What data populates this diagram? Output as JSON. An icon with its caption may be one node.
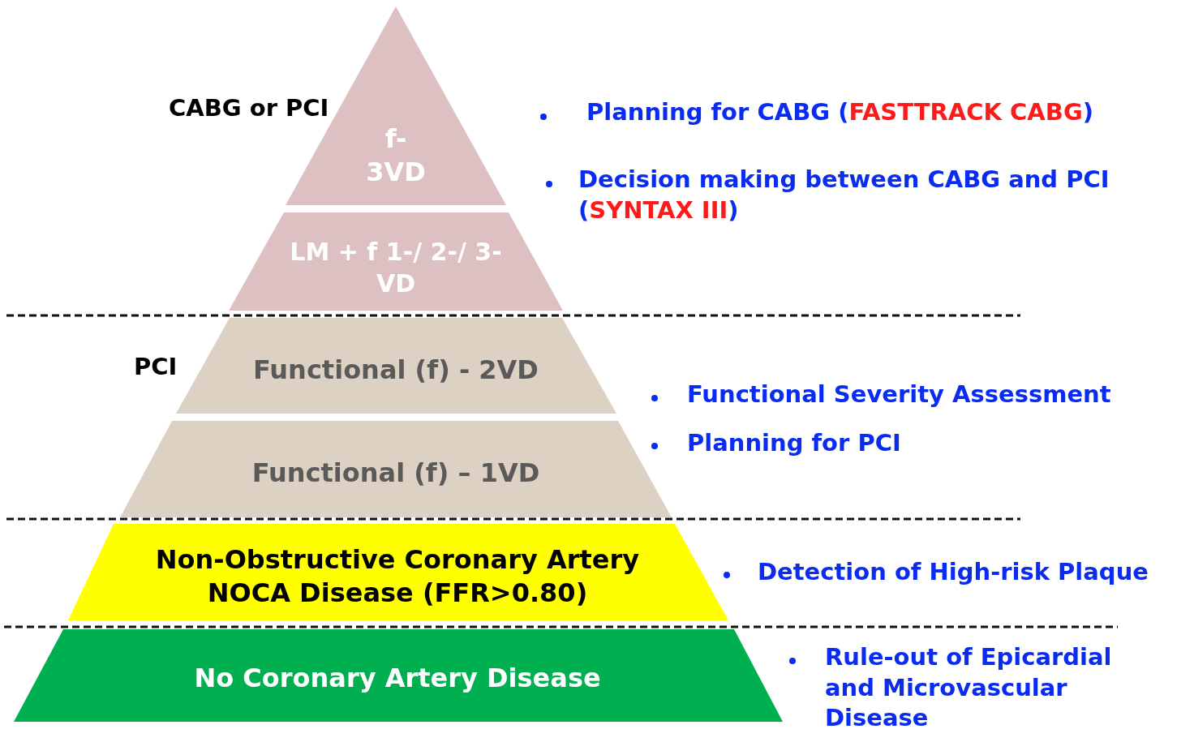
{
  "diagram": {
    "nodes": [
      {
        "text": [
          "f- 3VD"
        ]
      },
      {
        "text": [
          "LM + f 1-/ 2-/ 3-VD"
        ]
      },
      {
        "text": [
          "Functional (f) - 2VD"
        ]
      },
      {
        "text": [
          "Functional (f) – 1VD"
        ]
      },
      {
        "text": [
          "Non-Obstructive Coronary Artery NOCA Disease (FFR>0.80)"
        ]
      },
      {
        "text": [
          "No Coronary Artery Disease"
        ]
      }
    ],
    "labels": [
      "CABG or PCI",
      "Planning for CABG (FASTTRACK CABG)",
      "Decision making between CABG and PCI (SYNTAX III)",
      "PCI",
      "Functional Severity Assessment",
      "Planning for PCI",
      "Detection of High-risk Plaque",
      "Rule-out of Epicardial and Microvascular Disease"
    ]
  }
}
